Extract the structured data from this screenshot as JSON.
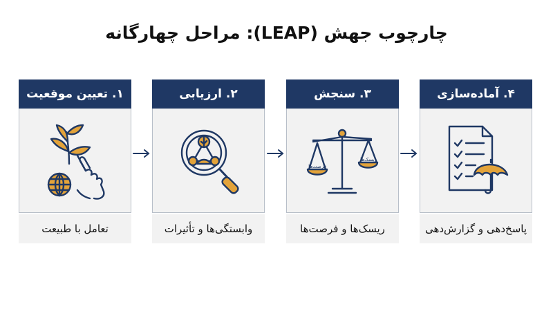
{
  "title": "چارچوب جهش (LEAP): مراحل چهارگانه",
  "steps": [
    {
      "heading": "۱. تعیین موقعیت",
      "caption": "تعامل با طبیعت",
      "icon": "hand-plant-globe-icon"
    },
    {
      "heading": "۲. ارزیابی",
      "caption": "وابستگی‌ها و تأثیرات",
      "icon": "magnifier-ecosystem-icon"
    },
    {
      "heading": "۳. سنجش",
      "caption": "ریسک‌ها و فرصت‌ها",
      "icon": "balance-scale-icon",
      "scale_labels": {
        "left_pan": "فرصت‌ها",
        "right_pan": "ریسک‌ها"
      }
    },
    {
      "heading": "۴. آماده‌سازی",
      "caption": "پاسخ‌دهی و گزارش‌دهی",
      "icon": "checklist-umbrella-icon"
    }
  ],
  "colors": {
    "header": "#1f3864",
    "accent": "#e3a33a",
    "line": "#1f3864",
    "panel": "#f2f2f2"
  }
}
